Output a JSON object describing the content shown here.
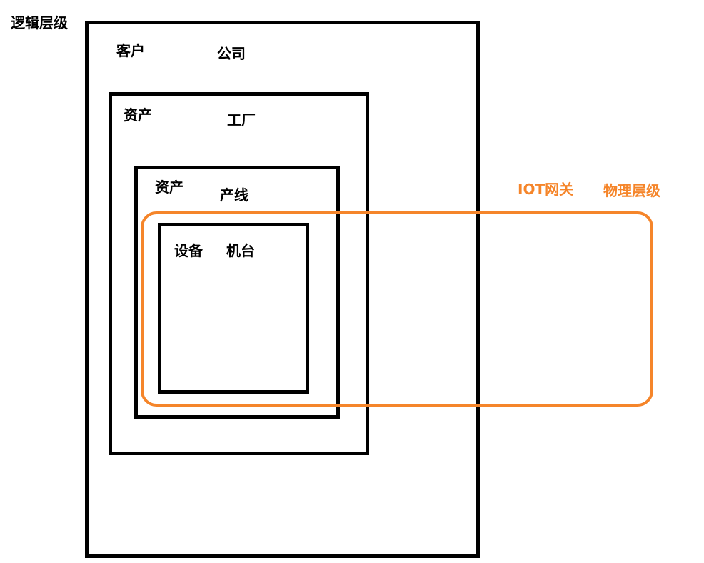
{
  "logic_hierarchy": {
    "title": "逻辑层级",
    "customer": {
      "role": "客户",
      "name": "公司"
    },
    "asset_factory": {
      "role": "资产",
      "name": "工厂"
    },
    "asset_line": {
      "role": "资产",
      "name": "产线"
    },
    "device": {
      "role": "设备",
      "name": "机台"
    }
  },
  "physical_hierarchy": {
    "title": "物理层级",
    "gateway": "IOT网关"
  },
  "colors": {
    "logic": "#000000",
    "physical": "#F5852A"
  }
}
